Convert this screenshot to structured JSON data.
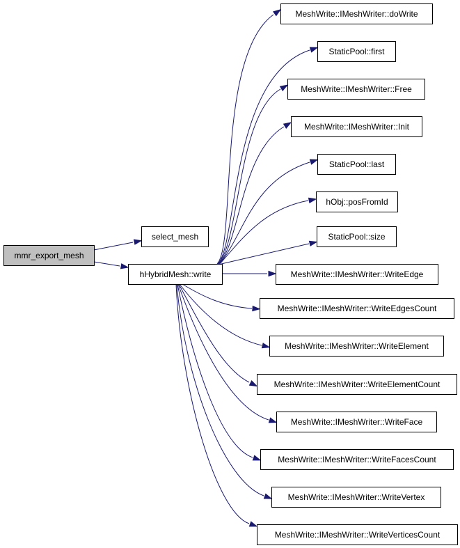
{
  "graph": {
    "nodes": [
      {
        "id": "mmr_export_mesh",
        "label": "mmr_export_mesh",
        "root": true
      },
      {
        "id": "select_mesh",
        "label": "select_mesh"
      },
      {
        "id": "hybrid_write",
        "label": "hHybridMesh::write"
      },
      {
        "id": "doWrite",
        "label": "MeshWrite::IMeshWriter::doWrite"
      },
      {
        "id": "first",
        "label": "StaticPool::first"
      },
      {
        "id": "free",
        "label": "MeshWrite::IMeshWriter::Free"
      },
      {
        "id": "init",
        "label": "MeshWrite::IMeshWriter::Init"
      },
      {
        "id": "last",
        "label": "StaticPool::last"
      },
      {
        "id": "posFromId",
        "label": "hObj::posFromId"
      },
      {
        "id": "size",
        "label": "StaticPool::size"
      },
      {
        "id": "writeEdge",
        "label": "MeshWrite::IMeshWriter::WriteEdge"
      },
      {
        "id": "writeEdgesCount",
        "label": "MeshWrite::IMeshWriter::WriteEdgesCount"
      },
      {
        "id": "writeElement",
        "label": "MeshWrite::IMeshWriter::WriteElement"
      },
      {
        "id": "writeElementCount",
        "label": "MeshWrite::IMeshWriter::WriteElementCount"
      },
      {
        "id": "writeFace",
        "label": "MeshWrite::IMeshWriter::WriteFace"
      },
      {
        "id": "writeFacesCount",
        "label": "MeshWrite::IMeshWriter::WriteFacesCount"
      },
      {
        "id": "writeVertex",
        "label": "MeshWrite::IMeshWriter::WriteVertex"
      },
      {
        "id": "writeVerticesCount",
        "label": "MeshWrite::IMeshWriter::WriteVerticesCount"
      }
    ],
    "edges": [
      {
        "from": "mmr_export_mesh",
        "to": "select_mesh"
      },
      {
        "from": "mmr_export_mesh",
        "to": "hybrid_write"
      },
      {
        "from": "hybrid_write",
        "to": "doWrite"
      },
      {
        "from": "hybrid_write",
        "to": "first"
      },
      {
        "from": "hybrid_write",
        "to": "free"
      },
      {
        "from": "hybrid_write",
        "to": "init"
      },
      {
        "from": "hybrid_write",
        "to": "last"
      },
      {
        "from": "hybrid_write",
        "to": "posFromId"
      },
      {
        "from": "hybrid_write",
        "to": "size"
      },
      {
        "from": "hybrid_write",
        "to": "writeEdge"
      },
      {
        "from": "hybrid_write",
        "to": "writeEdgesCount"
      },
      {
        "from": "hybrid_write",
        "to": "writeElement"
      },
      {
        "from": "hybrid_write",
        "to": "writeElementCount"
      },
      {
        "from": "hybrid_write",
        "to": "writeFace"
      },
      {
        "from": "hybrid_write",
        "to": "writeFacesCount"
      },
      {
        "from": "hybrid_write",
        "to": "writeVertex"
      },
      {
        "from": "hybrid_write",
        "to": "writeVerticesCount"
      }
    ],
    "colors": {
      "edge": "#191970",
      "root_fill": "#bfbfbf",
      "node_fill": "#ffffff",
      "node_border": "#000000"
    }
  }
}
